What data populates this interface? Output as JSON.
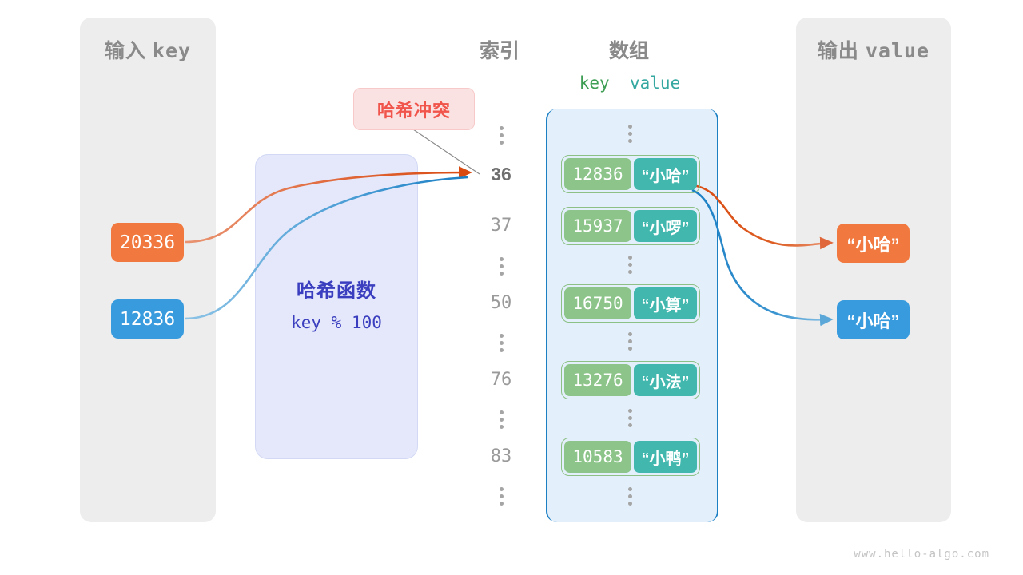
{
  "panels": {
    "input": {
      "title_cjk": "输入",
      "title_mono": "key"
    },
    "output": {
      "title_cjk": "输出",
      "title_mono": "value"
    }
  },
  "headings": {
    "index": "索引",
    "array": "数组",
    "key_col": "key",
    "value_col": "value"
  },
  "collision_badge": {
    "label": "哈希冲突"
  },
  "hash_function": {
    "title": "哈希函数",
    "formula": "key % 100"
  },
  "input_keys": [
    {
      "value": "20336",
      "color": "#F1793F"
    },
    {
      "value": "12836",
      "color": "#389BDE"
    }
  ],
  "output_values": [
    {
      "value": "“小哈”",
      "color": "#F1793F"
    },
    {
      "value": "“小哈”",
      "color": "#389BDE"
    }
  ],
  "index_labels": [
    {
      "text": "36",
      "active": true
    },
    {
      "text": "37",
      "active": false
    },
    {
      "text": "50",
      "active": false
    },
    {
      "text": "76",
      "active": false
    },
    {
      "text": "83",
      "active": false
    }
  ],
  "buckets": [
    {
      "key": "12836",
      "value": "“小哈”"
    },
    {
      "key": "15937",
      "value": "“小啰”"
    },
    {
      "key": "16750",
      "value": "“小算”"
    },
    {
      "key": "13276",
      "value": "“小法”"
    },
    {
      "key": "10583",
      "value": "“小鸭”"
    }
  ],
  "colors": {
    "panel_bg": "#EDEDED",
    "array_bg": "#E3F0FB",
    "array_border": "#1B7FC4",
    "cell_key_bg": "#8CC489",
    "cell_value_bg": "#41B7AE",
    "cell_border": "#8CC084",
    "hash_bg": "#E4E8FA",
    "hash_text": "#3B3FBF",
    "badge_bg": "#FBE2E2",
    "badge_text": "#F0544B",
    "orange": "#F1793F",
    "blue": "#389BDE",
    "arrow_orange": "#D94A10",
    "arrow_blue": "#1B7FC4",
    "label_gray": "#8A8A8A"
  },
  "watermark": "www.hello-algo.com"
}
